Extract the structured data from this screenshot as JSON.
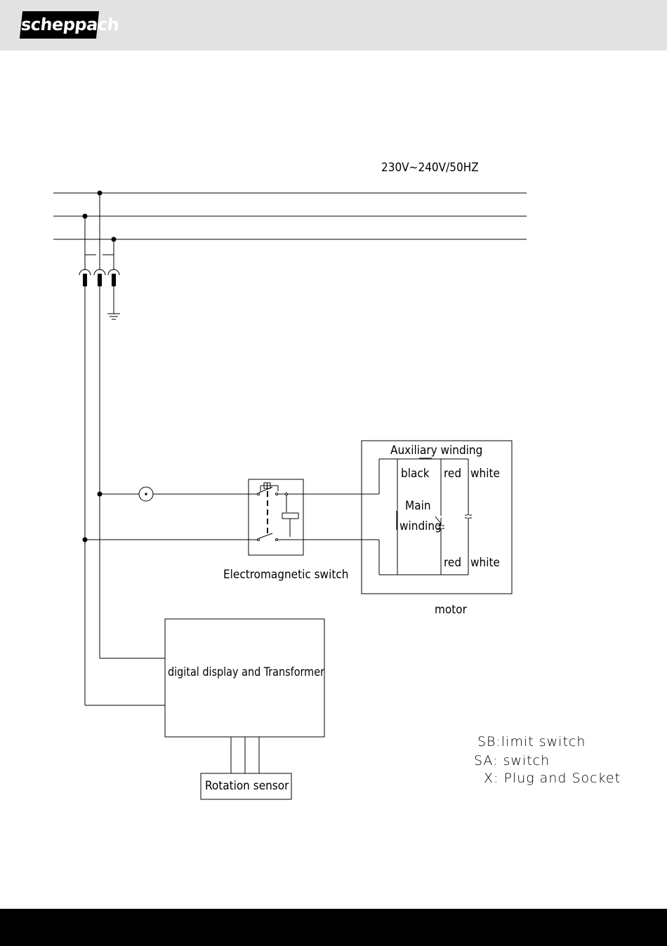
{
  "header": {
    "logo_text": "scheppach"
  },
  "diagram": {
    "supply": "230V~240V/50HZ",
    "aux_winding": "Auxiliary winding",
    "black": "black",
    "red_top": "red",
    "white_top": "white",
    "main1": "Main",
    "main2": "winding",
    "red_bottom": "red",
    "white_bottom": "white",
    "em_switch": "Electromagnetic switch",
    "motor": "motor",
    "display": "digital display and Transformer",
    "sensor": "Rotation sensor",
    "legend": [
      "SB:limit switch",
      "SA: switch",
      "X: Plug and Socket"
    ]
  }
}
